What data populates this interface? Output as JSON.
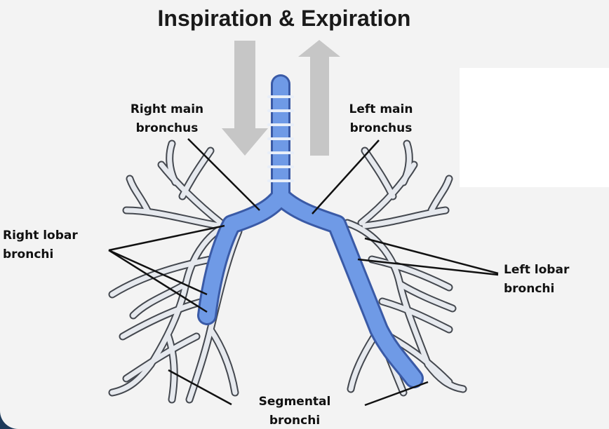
{
  "title": "Inspiration & Expiration",
  "labels": {
    "right_main": [
      "Right main",
      "bronchus"
    ],
    "left_main": [
      "Left main",
      "bronchus"
    ],
    "right_lobar": [
      "Right lobar",
      "bronchi"
    ],
    "left_lobar": [
      "Left lobar",
      "bronchi"
    ],
    "segmental": [
      "Segmental",
      "bronchi"
    ]
  },
  "colors": {
    "airway_blue": "#6f9ae6",
    "airway_dark": "#3a5aa6",
    "branch_fill": "#e6e9ee",
    "branch_outline": "#44484f",
    "arrow_gray": "#c6c6c6"
  },
  "icons": {
    "inhale_arrow": "arrow-down-icon",
    "exhale_arrow": "arrow-up-icon"
  }
}
